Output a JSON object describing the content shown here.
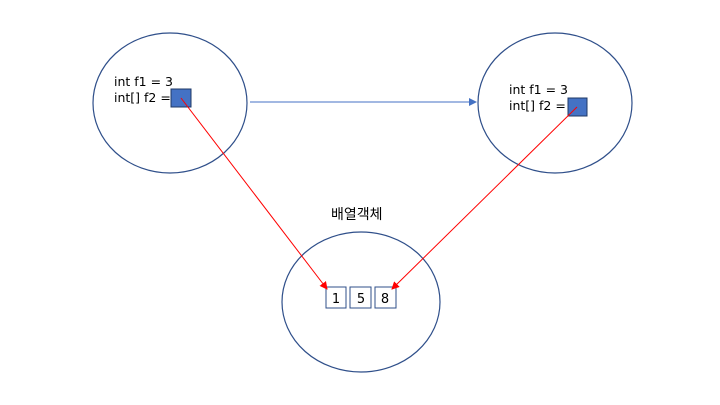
{
  "colors": {
    "ellipse_stroke": "#2f4f8a",
    "ref_box_fill": "#4472c4",
    "ref_box_stroke": "#1f3864",
    "reference_arrow": "#ff0000",
    "copy_arrow": "#4472c4",
    "cell_stroke": "#2f4f8a"
  },
  "objects": {
    "left": {
      "line1": "int f1 = 3",
      "line2": "int[] f2 ="
    },
    "right": {
      "line1": "int f1 = 3",
      "line2": "int[] f2 ="
    }
  },
  "array": {
    "title": "배열객체",
    "cells": [
      "1",
      "5",
      "8"
    ]
  }
}
